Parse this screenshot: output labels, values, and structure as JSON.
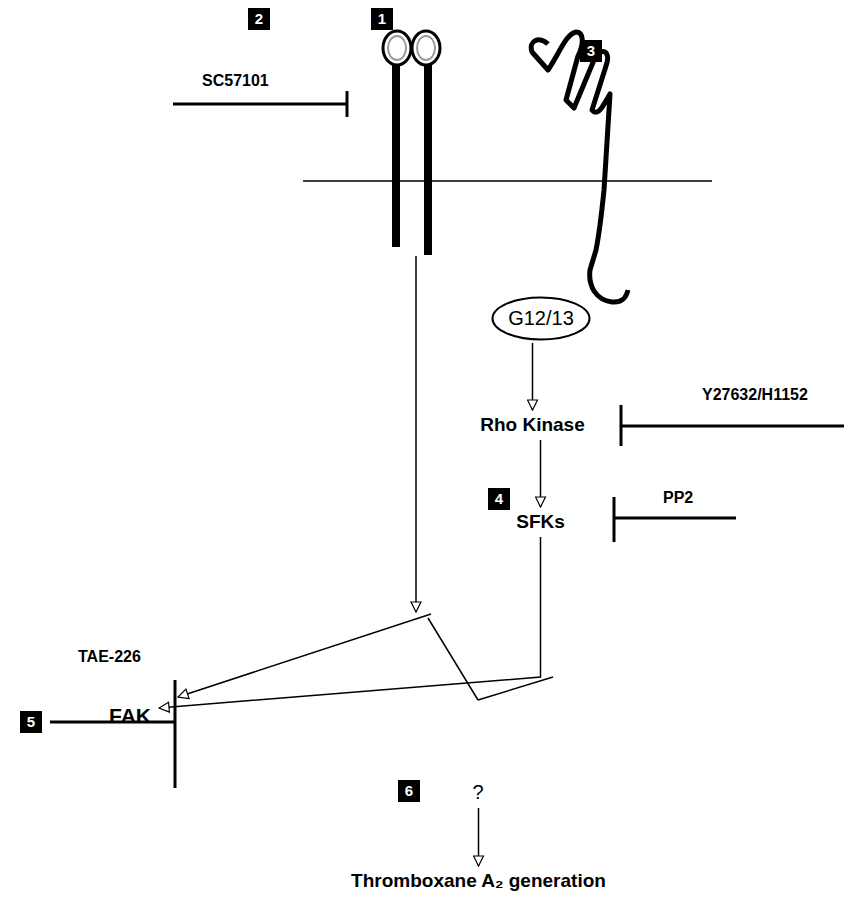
{
  "diagram": {
    "nodes": [
      {
        "text": [
          "G12/13"
        ]
      },
      {
        "text": [
          "Rho Kinase"
        ]
      },
      {
        "text": [
          "SFKs"
        ]
      },
      {
        "text": [
          "FAK"
        ]
      },
      {
        "text": [
          "?"
        ]
      },
      {
        "text": [
          "Thromboxane A₂ generation"
        ]
      }
    ],
    "edges": [
      {
        "from": 0,
        "to": 1,
        "arrow": "to"
      },
      {
        "from": 1,
        "to": 2,
        "arrow": "to"
      },
      {
        "from": 2,
        "to": 3,
        "arrow": "to"
      },
      {
        "from": 4,
        "to": 5,
        "arrow": "to"
      }
    ],
    "labels": [
      "2",
      "1",
      "3",
      "SC57101",
      "Y27632/H1152",
      "4",
      "PP2",
      "TAE-226",
      "5",
      "6"
    ]
  }
}
